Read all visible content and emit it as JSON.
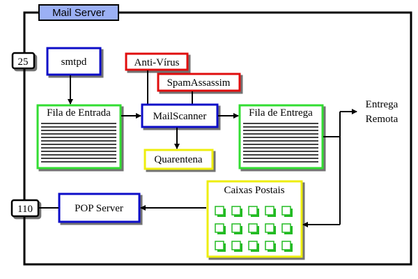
{
  "title": "Mail Server",
  "ports": {
    "smtp": "25",
    "pop": "110"
  },
  "nodes": {
    "smtpd": "smtpd",
    "fila_entrada": "Fila de Entrada",
    "antivirus": "Anti-Vírus",
    "spamassassin": "SpamAssassim",
    "mailscanner": "MailScanner",
    "quarentena": "Quarentena",
    "fila_entrega": "Fila de Entrega",
    "entrega_line1": "Entrega",
    "entrega_line2": "Remota",
    "caixas_postais": "Caixas Postais",
    "pop_server": "POP Server"
  },
  "colors": {
    "blue": "#1010c8",
    "red": "#e01010",
    "green": "#33dd33",
    "yellow": "#eeee11",
    "title_fill": "#9bb0f5",
    "mailbox_green": "#22bb22"
  }
}
